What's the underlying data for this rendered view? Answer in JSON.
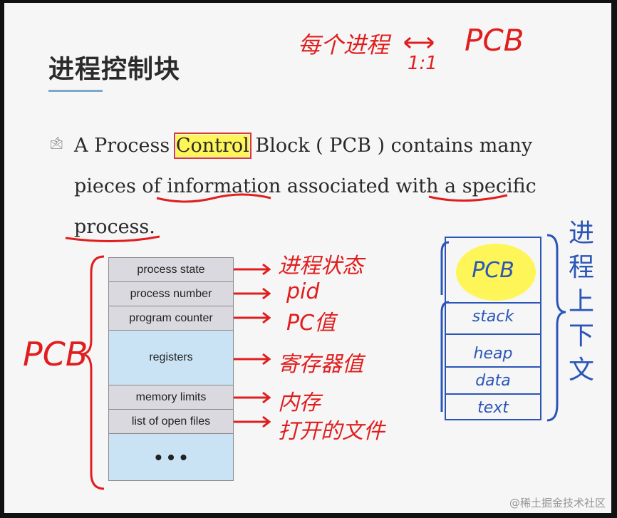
{
  "slide": {
    "title": "进程控制块",
    "bullet_icon": "🖄",
    "paragraph_parts": [
      "A Process ",
      "Control",
      " Block ( PCB ) contains many",
      "pieces of information associated with a specific",
      "process."
    ]
  },
  "pcb_table": {
    "rows": [
      {
        "label": "process state"
      },
      {
        "label": "process number"
      },
      {
        "label": "program counter"
      },
      {
        "label": "registers"
      },
      {
        "label": "memory limits"
      },
      {
        "label": "list of open files"
      },
      {
        "label": "• • •"
      }
    ]
  },
  "annotations": {
    "top_note_left": "每个进程",
    "top_note_ratio": "1:1",
    "top_note_right": "PCB",
    "pcb_brace_label": "PCB",
    "row_notes": [
      "进程状态",
      "pid",
      "PC值",
      "寄存器值",
      "内存",
      "打开的文件"
    ],
    "stack_cells": [
      "PCB",
      "stack",
      "heap",
      "data",
      "text"
    ],
    "side_label_chars": [
      "进",
      "程",
      "上",
      "下",
      "文"
    ]
  },
  "watermark": "@稀土掘金技术社区",
  "colors": {
    "annotation_red": "#e01e1e",
    "annotation_blue": "#2b56b8",
    "highlight_yellow": "#fff53c",
    "table_gray": "#d9d9df",
    "table_blue": "#c9e3f5"
  }
}
